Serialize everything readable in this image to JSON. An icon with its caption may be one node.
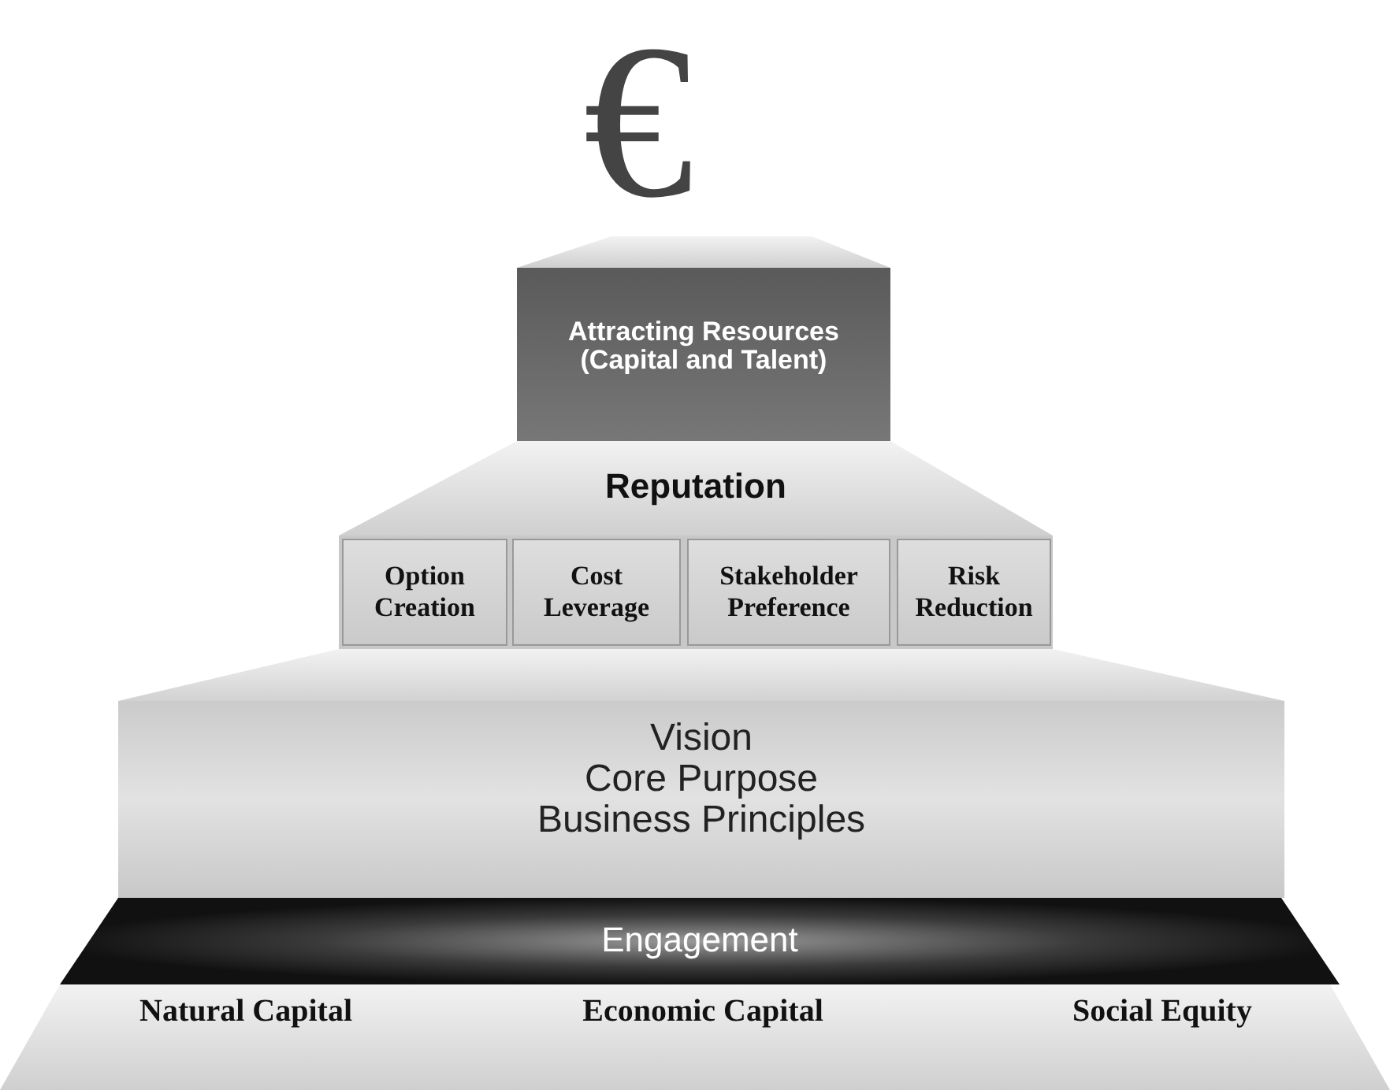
{
  "diagram": {
    "nodes": [
      {
        "text": [
          "Attracting Resources (Capital and Talent)"
        ]
      },
      {
        "text": [
          "Reputation"
        ]
      },
      {
        "text": [
          "Option Creation"
        ],
        "in": 1
      },
      {
        "text": [
          "Cost Leverage"
        ],
        "in": 1
      },
      {
        "text": [
          "Stakeholder Preference"
        ],
        "in": 1
      },
      {
        "text": [
          "Risk Reduction"
        ],
        "in": 1
      },
      {
        "text": [
          "Vision",
          "Core Purpose",
          "Business Principles"
        ]
      },
      {
        "text": [
          "Engagement"
        ]
      },
      {
        "text": [
          "Natural Capital",
          "Economic Capital",
          "Social Equity"
        ]
      }
    ],
    "labels": [
      "€"
    ]
  }
}
